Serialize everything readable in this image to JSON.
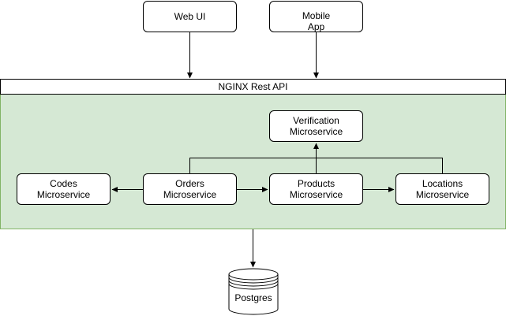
{
  "clients": {
    "web_ui": "Web UI",
    "mobile_app_line1": "Mobile",
    "mobile_app_line2": "App"
  },
  "api_gateway": {
    "label": "NGINX Rest API"
  },
  "services": {
    "verification": {
      "line1": "Verification",
      "line2": "Microservice"
    },
    "codes": {
      "line1": "Codes",
      "line2": "Microservice"
    },
    "orders": {
      "line1": "Orders",
      "line2": "Microservice"
    },
    "products": {
      "line1": "Products",
      "line2": "Microservice"
    },
    "locations": {
      "line1": "Locations",
      "line2": "Microservice"
    }
  },
  "database": {
    "label": "Postgres"
  },
  "colors": {
    "region_fill": "#d5e8d4",
    "region_border": "#82b366",
    "stroke": "#000000"
  }
}
